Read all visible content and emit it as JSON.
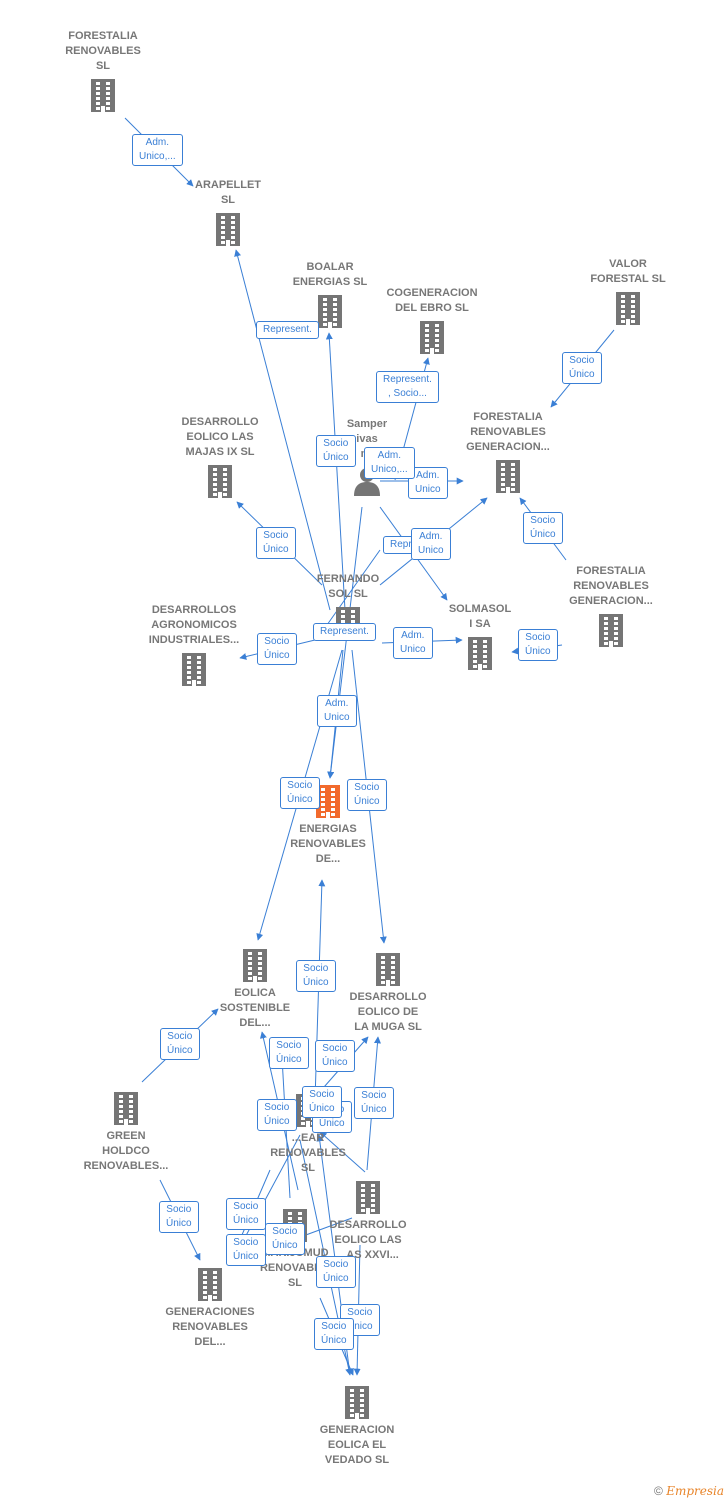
{
  "colors": {
    "line": "#3a7fd5",
    "company": "#757575",
    "focus": "#f26a2d",
    "text": "#777777"
  },
  "nodes": [
    {
      "id": "n0",
      "type": "company",
      "label": "FORESTALIA\nRENOVABLES\nSL"
    },
    {
      "id": "n1",
      "type": "company",
      "label": "ARAPELLET\nSL"
    },
    {
      "id": "n2",
      "type": "company",
      "label": "BOALAR\nENERGIAS  SL"
    },
    {
      "id": "n3",
      "type": "company",
      "label": "COGENERACION\nDEL EBRO  SL"
    },
    {
      "id": "n4",
      "type": "company",
      "label": "VALOR\nFORESTAL SL"
    },
    {
      "id": "n5",
      "type": "company",
      "label": "FORESTALIA\nRENOVABLES\nGENERACION..."
    },
    {
      "id": "n6",
      "type": "company",
      "label": "DESARROLLO\nEOLICO LAS\nMAJAS IX  SL"
    },
    {
      "id": "n7",
      "type": "person",
      "label": "Samper\nivas\nna"
    },
    {
      "id": "n8",
      "type": "company",
      "label": "FORESTALIA\nRENOVABLES\nGENERACION..."
    },
    {
      "id": "n9",
      "type": "company",
      "label": "FERNANDO\nSOL SL"
    },
    {
      "id": "n10",
      "type": "company",
      "label": "DESARROLLOS\nAGRONOMICOS\nINDUSTRIALES..."
    },
    {
      "id": "n11",
      "type": "company",
      "label": "SOLMASOL\nI SA"
    },
    {
      "id": "n12",
      "type": "focus",
      "label": "ENERGIAS\nRENOVABLES\nDE..."
    },
    {
      "id": "n13",
      "type": "company",
      "label": "EOLICA\nSOSTENIBLE\nDEL..."
    },
    {
      "id": "n14",
      "type": "company",
      "label": "DESARROLLO\nEOLICO DE\nLA MUGA SL"
    },
    {
      "id": "n15",
      "type": "company",
      "label": "GREEN\nHOLDCO\nRENOVABLES..."
    },
    {
      "id": "n16",
      "type": "company",
      "label": "...EAR\nRENOVABLES\nSL"
    },
    {
      "id": "n17",
      "type": "company",
      "label": "DESARROLLO\nEOLICO LAS\n...AS XXVI..."
    },
    {
      "id": "n18",
      "type": "company",
      "label": "...ARIJUMUD\nRENOVABL...\nSL"
    },
    {
      "id": "n19",
      "type": "company",
      "label": "GENERACIONES\nRENOVABLES\nDEL..."
    },
    {
      "id": "n20",
      "type": "company",
      "label": "GENERACION\nEOLICA EL\nVEDADO SL"
    }
  ],
  "edges": [
    {
      "from": "n0",
      "to": "n1",
      "label": "Adm.\nUnico,..."
    },
    {
      "from": "n9",
      "to": "n1",
      "label": "Represent."
    },
    {
      "from": "n9",
      "to": "n2",
      "label": "Socio\nÚnico"
    },
    {
      "from": "n7",
      "to": "n3",
      "label": "Represent.\n, Socio..."
    },
    {
      "from": "n4",
      "to": "n5",
      "label": "Socio\nÚnico"
    },
    {
      "from": "n7",
      "to": "n5",
      "label": "Adm.\nUnico"
    },
    {
      "from": "n9",
      "to": "n6",
      "label": "Socio\nÚnico"
    },
    {
      "from": "n7",
      "to": "n12",
      "label": "Adm.\nUnico,..."
    },
    {
      "from": "n8",
      "to": "n5",
      "label": "Socio\nÚnico"
    },
    {
      "from": "n9",
      "to": "n5",
      "label": "Represent."
    },
    {
      "from": "n7",
      "to": "n11",
      "label": "Adm.\nUnico"
    },
    {
      "from": "n9",
      "to": "n10",
      "label": "Socio\nÚnico"
    },
    {
      "from": "n7",
      "to": "n9",
      "label": "Represent."
    },
    {
      "from": "n9",
      "to": "n11",
      "label": "Adm.\nUnico"
    },
    {
      "from": "n8",
      "to": "n11",
      "label": "Socio\nÚnico"
    },
    {
      "from": "n9",
      "to": "n12",
      "label": "Adm.\nUnico"
    },
    {
      "from": "n9",
      "to": "n13",
      "label": "Socio\nÚnico"
    },
    {
      "from": "n9",
      "to": "n14",
      "label": "Socio\nÚnico"
    },
    {
      "from": "n16",
      "to": "n12",
      "label": "Socio\nÚnico"
    },
    {
      "from": "n15",
      "to": "n13",
      "label": "Socio\nÚnico"
    },
    {
      "from": "n18",
      "to": "n13",
      "label": "Socio\nÚnico"
    },
    {
      "from": "n17",
      "to": "n14",
      "label": "Socio\nÚnico"
    },
    {
      "from": "n16",
      "to": "n14",
      "label": "Socio\nÚnico"
    },
    {
      "from": "n18",
      "to": "n16",
      "label": "Socio\nÚnico"
    },
    {
      "from": "n17",
      "to": "n16",
      "label": "Socio\nÚnico"
    },
    {
      "from": "n20",
      "to": "n16",
      "label": "Socio\nÚnico"
    },
    {
      "from": "n15",
      "to": "n19",
      "label": "Socio\nÚnico"
    },
    {
      "from": "n18",
      "to": "n19",
      "label": "Socio\nÚnico"
    },
    {
      "from": "n16",
      "to": "n19",
      "label": "Socio\nÚnico"
    },
    {
      "from": "n17",
      "to": "n18",
      "label": "Socio\nÚnico"
    },
    {
      "from": "n16",
      "to": "n20",
      "label": "Socio\nÚnico"
    },
    {
      "from": "n17",
      "to": "n20",
      "label": "Socio\nÚnico"
    },
    {
      "from": "n18",
      "to": "n20",
      "label": "Socio\nÚnico"
    }
  ],
  "credit": {
    "symbol": "©",
    "brand": "Empresia"
  }
}
